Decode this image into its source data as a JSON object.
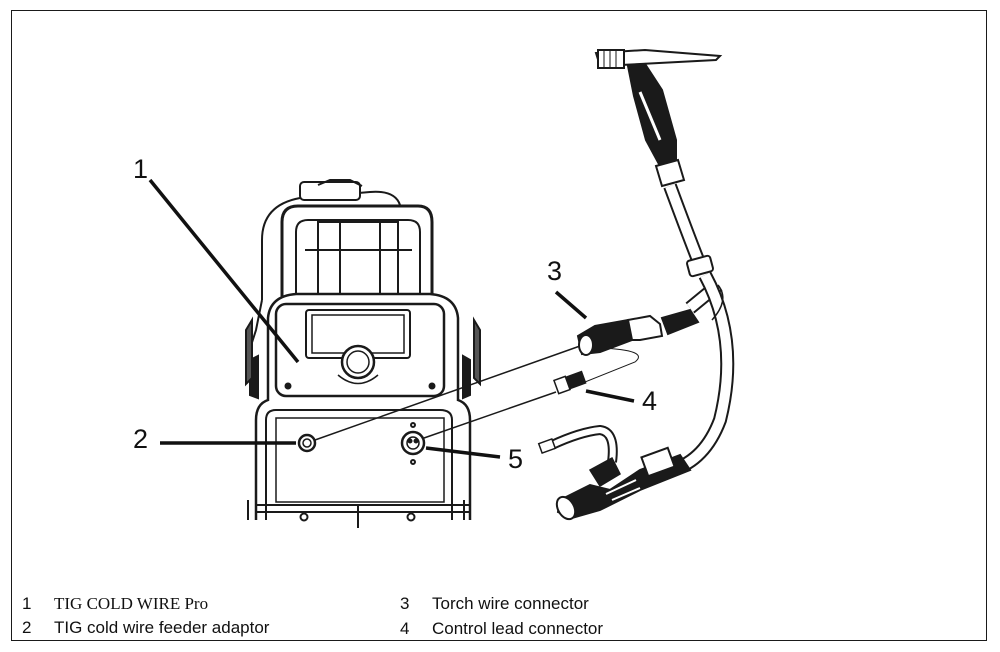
{
  "callouts": {
    "c1": "1",
    "c2": "2",
    "c3": "3",
    "c4": "4",
    "c5": "5"
  },
  "legend": [
    {
      "num": "1",
      "label": "TIG COLD WIRE Pro"
    },
    {
      "num": "2",
      "label": "TIG cold wire feeder adaptor"
    },
    {
      "num": "3",
      "label": "Torch wire connector"
    },
    {
      "num": "4",
      "label": "Control lead connector"
    }
  ]
}
